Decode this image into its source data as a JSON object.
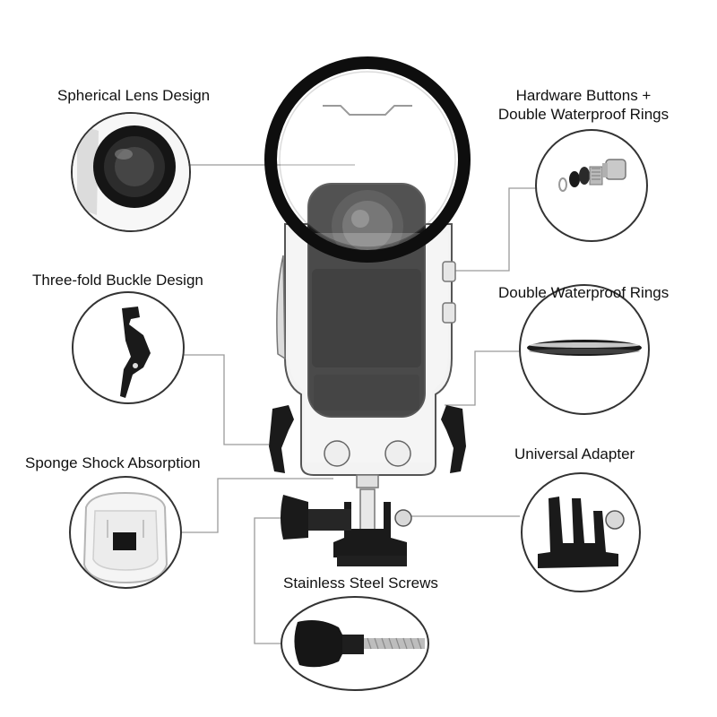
{
  "features": [
    {
      "label": "Spherical Lens Design"
    },
    {
      "label_lines": [
        "Hardware Buttons +",
        "Double Waterproof Rings"
      ]
    },
    {
      "label": "Three-fold Buckle Design"
    },
    {
      "label": "Double Waterproof Rings"
    },
    {
      "label": "Sponge Shock Absorption"
    },
    {
      "label": "Universal Adapter"
    },
    {
      "label": "Stainless Steel Screws"
    }
  ],
  "icons": {
    "lens": "spherical-lens-icon",
    "buttons": "button-ring-parts-icon",
    "buckle": "buckle-clip-icon",
    "rings": "waterproof-ring-icon",
    "sponge": "sponge-insert-icon",
    "adapter": "mount-adapter-icon",
    "screw": "thumb-screw-icon"
  },
  "colors": {
    "outline": "#333333",
    "leader": "#9a9a9a",
    "dark_part": "#1a1a1a"
  }
}
